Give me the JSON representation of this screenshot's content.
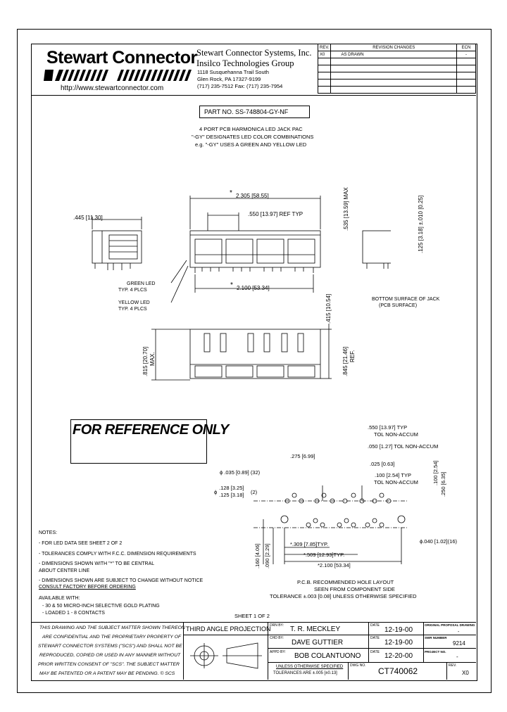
{
  "header": {
    "logo_text": "Stewart Connector",
    "company_name": "Stewart Connector Systems, Inc.",
    "group_name": "Insilco Technologies Group",
    "address_line1": "1118 Susquehanna Trail South",
    "address_line2": "Glen Rock, PA  17327-9199",
    "phone_line": "(717)  235-7512   Fax: (717)  235-7954",
    "website": "http://www.stewartconnector.com"
  },
  "revision_table": {
    "col_rev": "REV.",
    "col_changes": "REVISION CHANGES",
    "col_ecn": "ECN",
    "rows": [
      {
        "rev": "X0",
        "change": "AS DRAWN",
        "ecn": "-"
      }
    ]
  },
  "part": {
    "part_number": "PART NO. SS-748804-GY-NF",
    "desc1": "4 PORT PCB HARMONICA LED JACK PAC",
    "desc2": "\"-GY\" DESIGNATES LED COLOR COMBINATIONS",
    "desc3": "e.g. \"-GY\" USES A GREEN AND YELLOW LED"
  },
  "dims": {
    "d_2305": "2.305 [58.55]",
    "d_445": ".445 [11.30]",
    "d_550ref": ".550 [13.97] REF TYP",
    "d_2100": "2.100 [53.34]",
    "d_535": ".535 [13.59] MAX",
    "d_125": ".125 [3.18] ±.010 [0.25]",
    "green_led1": "GREEN LED",
    "green_led2": "TYP. 4 PLCS",
    "yellow_led1": "YELLOW LED",
    "yellow_led2": "TYP. 4 PLCS",
    "bottom1": "BOTTOM SURFACE OF JACK",
    "bottom2": "(PCB SURFACE)",
    "d_415": ".415 [10.54]",
    "d_815": ".815 [20.70]",
    "max": "MAX.",
    "d_845": ".845 [21.46]",
    "ref": "REF.",
    "star": "*"
  },
  "reference_label": "FOR REFERENCE ONLY",
  "pcb": {
    "d_550typ": ".550 [13.97] TYP",
    "tol1": "TOL NON-ACCUM",
    "d_050": ".050 [1.27] TOL NON-ACCUM",
    "d_275": ".275 [6.99]",
    "d_025": ".025 [0.63]",
    "d_100typ": ".100 [2.54] TYP",
    "tol2": "TOL NON-ACCUM",
    "d_100": ".100 [2.54]",
    "d_250": ".250 [6.35]",
    "d_035": "ϕ .035 [0.89] (32)",
    "d_128": ".128 [3.25]",
    "d_125b": ".125 [3.18]",
    "count2": "(2)",
    "phi": "ϕ",
    "d_040": "ϕ.040 [1.02](16)",
    "d_309": "*.309 [7.85]TYP.",
    "d_509": "*.509 [12.93]TYP.",
    "d_2100b": "*2.100 [53.34]",
    "d_160": ".160 [4.06]",
    "d_090": ".090 [2.29]",
    "layout1": "P.C.B. RECOMMENDED HOLE LAYOUT",
    "layout2": "SEEN FROM COMPONENT SIDE",
    "layout3": "TOLERANCE ±.003 [0.08] UNLESS OTHERWISE SPECIFIED"
  },
  "notes": {
    "title": "NOTES:",
    "items": [
      "- FOR LED DATA SEE SHEET 2 OF 2",
      "- TOLERANCES COMPLY WITH F.C.C. DIMENSION REQUIREMENTS",
      "- DIMENSIONS SHOWN WITH \"*\" TO BE CENTRAL",
      "  ABOUT CENTER LINE",
      "- DIMENSIONS SHOWN ARE SUBJECT TO CHANGE WITHOUT NOTICE",
      "  CONSULT FACTORY BEFORE ORDERING"
    ],
    "available": "AVAILABLE WITH:",
    "avail_items": [
      "- 30 & 50 MICRO-INCH SELECTIVE GOLD PLATING",
      "- LOADED  1 - 8 CONTACTS"
    ]
  },
  "sheet": "SHEET 1 OF 2",
  "title_block": {
    "confidential": [
      "THIS DRAWING AND THE SUBJECT MATTER SHOWN THEREON",
      "ARE CONFIDENTIAL AND THE PROPRIETARY PROPERTY OF",
      "STEWART CONNECTOR SYSTEMS (\"SCS\") AND SHALL NOT BE",
      "REPRODUCED, COPIED OR USED IN ANY MANNER WITHOUT",
      "PRIOR WRITTEN CONSENT OF \"SCS\".  THE SUBJECT MATTER",
      "MAY BE PATENTED OR A PATENT MAY BE PENDING.  © SCS"
    ],
    "projection": "THIRD ANGLE PROJECTION",
    "drn_by_label": "DRN BY:",
    "drn_by": "T. R. MECKLEY",
    "chd_by_label": "CHD BY:",
    "chd_by": "DAVE GUTTIER",
    "appd_by_label": "APPD BY:",
    "appd_by": "BOB COLANTUONO",
    "date_label": "DATE",
    "date1": "12-19-00",
    "date2": "12-19-00",
    "date3": "12-20-00",
    "orig_proposal_label": "ORIGINAL PROPOSAL DRAWING",
    "orig_proposal": "-",
    "swr_label": "SWR NUMBER",
    "swr": "9214",
    "project_label": "PROJECT NO.",
    "project": "-",
    "unless1": "UNLESS OTHERWISE SPECIFIED",
    "unless2": "TOLERANCES ARE ±.005 [±0.13]",
    "dwg_label": "DWG NO.",
    "dwg": "CT740062",
    "rev_label": "REV.",
    "rev": "X0"
  }
}
